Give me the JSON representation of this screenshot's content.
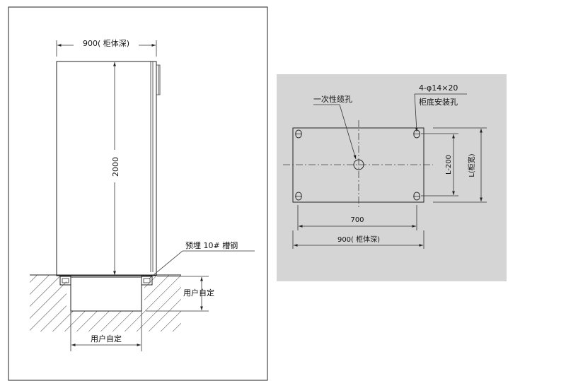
{
  "front_view": {
    "depth_label": "900( 柜体深)",
    "height_label": "2000",
    "channel_label": "预埋 10# 槽钢",
    "foundation_height_label": "用户自定",
    "foundation_width_label": "用户自定"
  },
  "base_plan": {
    "cable_hole_label": "一次性缆孔",
    "mount_hole_spec": "4-φ14×20",
    "mount_hole_label": "柜底安装孔",
    "inner_width_label": "L-200",
    "width_label": "L(柜宽)",
    "inner_depth_label": "700",
    "depth_label": "900( 柜体深)"
  },
  "colors": {
    "panel_background": "#d4d5d4",
    "line": "#222222",
    "hatch": "#444444"
  }
}
